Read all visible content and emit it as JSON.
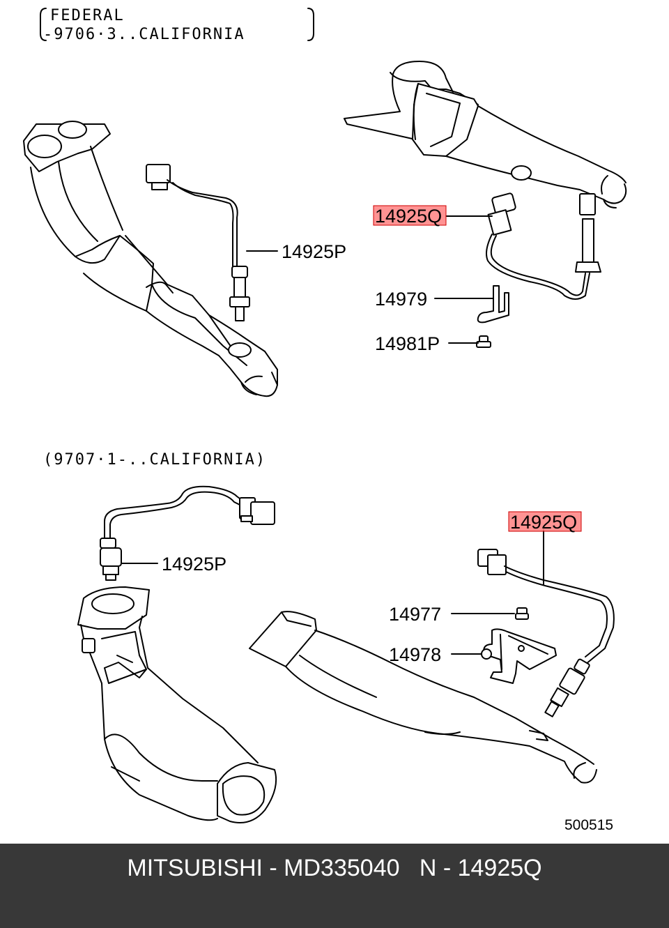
{
  "header": {
    "line1": "FEDERAL",
    "line2": "-9706·3..CALIFORNIA",
    "section2": "(9707·1-..CALIFORNIA)"
  },
  "callouts": {
    "top_right_sensor": "14925Q",
    "top_left_sensor": "14925P",
    "bracket_top": "14979",
    "bolt_top": "14981P",
    "bottom_left_sensor": "14925P",
    "bottom_right_sensor": "14925Q",
    "bolt_bottom": "14977",
    "bracket_bottom": "14978"
  },
  "figure_code": "500515",
  "highlight_color": "#ff8080",
  "footer": {
    "text": "MITSUBISHI - MD335040   N - 14925Q"
  }
}
